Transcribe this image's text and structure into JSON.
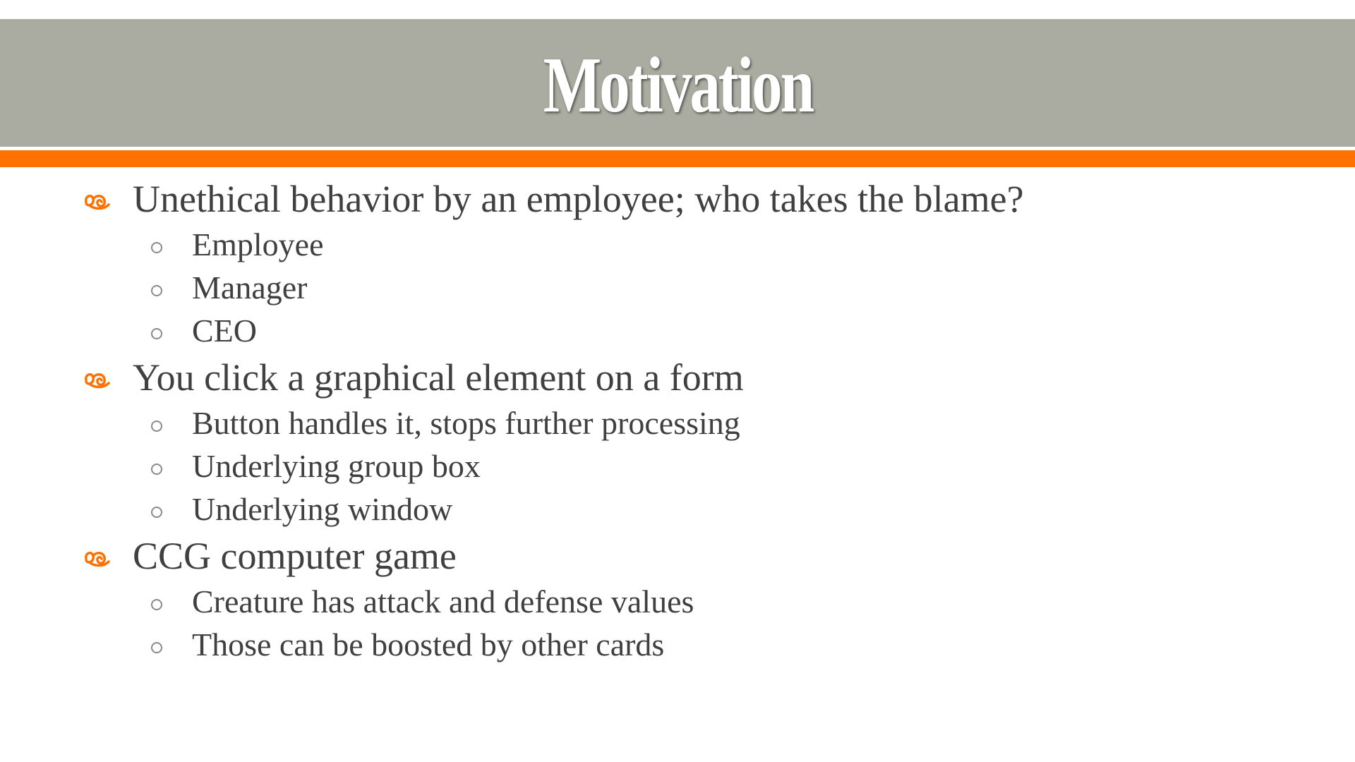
{
  "slide": {
    "title": "Motivation",
    "colors": {
      "title_band": "#aaaca1",
      "accent_bar": "#ff7200",
      "bullet": "#ff7200",
      "text": "#404040"
    },
    "icons": {
      "level1_bullet": "orange-scroll-bullet-icon",
      "level2_bullet": "hollow-circle-bullet-icon"
    },
    "bullets": [
      {
        "text": "Unethical behavior by an employee; who takes the blame?",
        "sub": [
          "Employee",
          "Manager",
          "CEO"
        ]
      },
      {
        "text": "You click a graphical element on a form",
        "sub": [
          "Button handles it, stops further processing",
          "Underlying group box",
          "Underlying window"
        ]
      },
      {
        "text": "CCG computer game",
        "sub": [
          "Creature has attack and defense values",
          "Those can be boosted by other cards"
        ]
      }
    ]
  }
}
